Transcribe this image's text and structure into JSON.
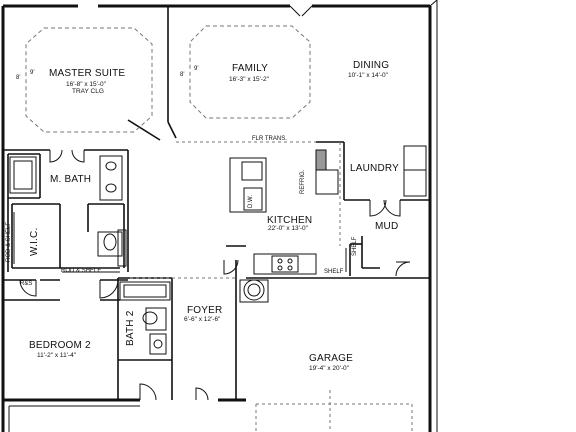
{
  "rooms": {
    "master_suite": {
      "name": "MASTER SUITE",
      "dims": "16'-8\" x 15'-0\"",
      "note": "TRAY CLG"
    },
    "family": {
      "name": "FAMILY",
      "dims": "16'-3\" x 15'-2\""
    },
    "dining": {
      "name": "DINING",
      "dims": "10'-1\" x 14'-0\""
    },
    "m_bath": {
      "name": "M. BATH"
    },
    "laundry": {
      "name": "LAUNDRY"
    },
    "kitchen": {
      "name": "KITCHEN",
      "dims": "22'-0\" x 13'-0\""
    },
    "mud": {
      "name": "MUD"
    },
    "wic": {
      "name": "W.I.C."
    },
    "bedroom_2": {
      "name": "BEDROOM 2",
      "dims": "11'-2\" x 11'-4\""
    },
    "bath_2": {
      "name": "BATH 2"
    },
    "foyer": {
      "name": "FOYER",
      "dims": "6'-6\" x 12'-6\""
    },
    "garage": {
      "name": "GARAGE",
      "dims": "19'-4\" x 20'-0\""
    }
  },
  "labels": {
    "ceiling_height_1": "8'",
    "ceiling_height_2": "9'",
    "ceiling_height_3": "8'",
    "ceiling_height_4": "9'",
    "flr_trans": "FLR TRANS.",
    "refrig": "REFRIG.",
    "dw": "D.W.",
    "rod_shelf_1": "ROD & SHELF",
    "rod_shelf_2": "ROD & SHELF",
    "rs": "R&S",
    "shelf_1": "SHELF",
    "shelf_2": "SHELF"
  },
  "colors": {
    "line": "#111111",
    "dash": "#777777",
    "background": "#ffffff"
  }
}
